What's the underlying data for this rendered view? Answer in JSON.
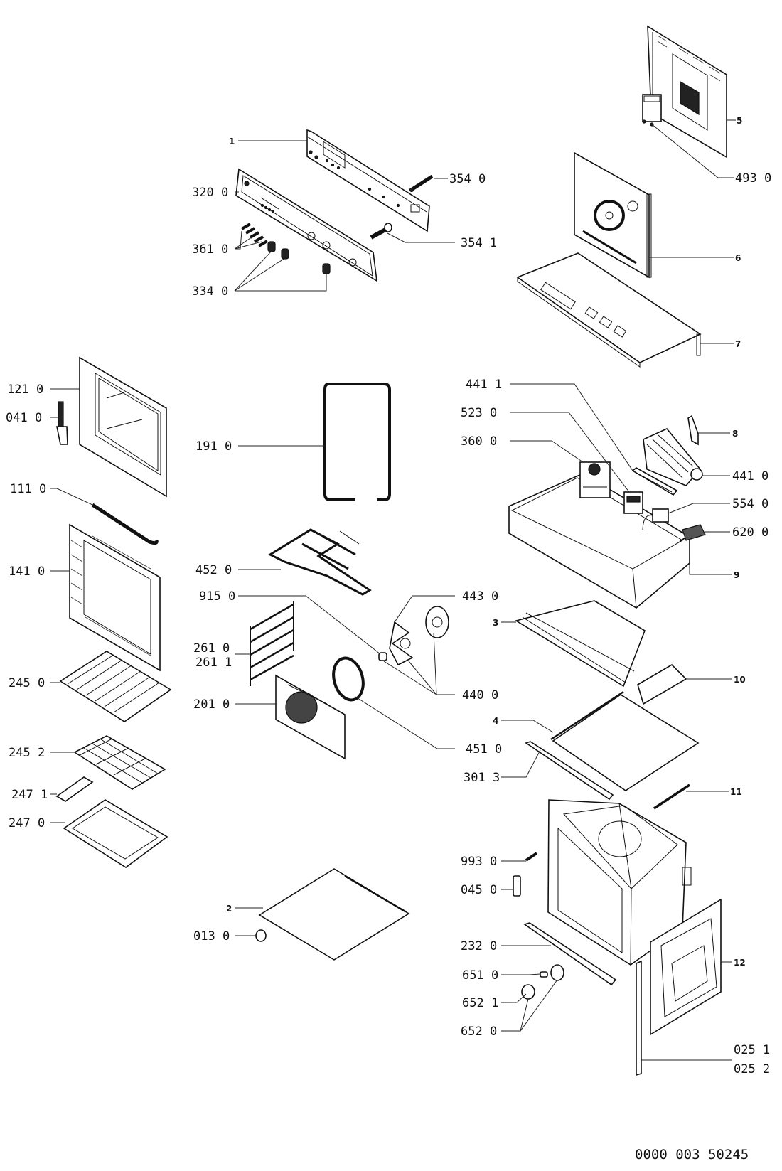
{
  "diagram": {
    "type": "exploded-parts-view",
    "subject": "built-in oven",
    "document_number": "0000 003 50245",
    "callouts": [
      {
        "id": "c1",
        "label": "1"
      },
      {
        "id": "c320",
        "label": "320 0"
      },
      {
        "id": "c354_0",
        "label": "354 0"
      },
      {
        "id": "c354_1",
        "label": "354 1"
      },
      {
        "id": "c361",
        "label": "361 0"
      },
      {
        "id": "c334",
        "label": "334 0"
      },
      {
        "id": "c5",
        "label": "5"
      },
      {
        "id": "c493",
        "label": "493 0"
      },
      {
        "id": "c6",
        "label": "6"
      },
      {
        "id": "c7",
        "label": "7"
      },
      {
        "id": "c121",
        "label": "121 0"
      },
      {
        "id": "c041",
        "label": "041 0"
      },
      {
        "id": "c191",
        "label": "191 0"
      },
      {
        "id": "c111",
        "label": "111 0"
      },
      {
        "id": "c141",
        "label": "141 0"
      },
      {
        "id": "c441_1",
        "label": "441 1"
      },
      {
        "id": "c523",
        "label": "523 0"
      },
      {
        "id": "c360",
        "label": "360 0"
      },
      {
        "id": "c8",
        "label": "8"
      },
      {
        "id": "c441_0",
        "label": "441 0"
      },
      {
        "id": "c554",
        "label": "554 0"
      },
      {
        "id": "c620",
        "label": "620 0"
      },
      {
        "id": "c9",
        "label": "9"
      },
      {
        "id": "c452",
        "label": "452 0"
      },
      {
        "id": "c915",
        "label": "915 0"
      },
      {
        "id": "c443",
        "label": "443 0"
      },
      {
        "id": "c3",
        "label": "3"
      },
      {
        "id": "c261_0",
        "label": "261 0"
      },
      {
        "id": "c261_1",
        "label": "261 1"
      },
      {
        "id": "c245_0",
        "label": "245 0"
      },
      {
        "id": "c201",
        "label": "201 0"
      },
      {
        "id": "c440",
        "label": "440 0"
      },
      {
        "id": "c10",
        "label": "10"
      },
      {
        "id": "c4",
        "label": "4"
      },
      {
        "id": "c451",
        "label": "451 0"
      },
      {
        "id": "c245_2",
        "label": "245 2"
      },
      {
        "id": "c301",
        "label": "301 3"
      },
      {
        "id": "c247_1",
        "label": "247 1"
      },
      {
        "id": "c11",
        "label": "11"
      },
      {
        "id": "c247_0",
        "label": "247 0"
      },
      {
        "id": "c993",
        "label": "993 0"
      },
      {
        "id": "c045",
        "label": "045 0"
      },
      {
        "id": "c2",
        "label": "2"
      },
      {
        "id": "c013",
        "label": "013 0"
      },
      {
        "id": "c232",
        "label": "232 0"
      },
      {
        "id": "c12",
        "label": "12"
      },
      {
        "id": "c651",
        "label": "651 0"
      },
      {
        "id": "c652_1",
        "label": "652 1"
      },
      {
        "id": "c652_0",
        "label": "652 0"
      },
      {
        "id": "c025_1",
        "label": "025 1"
      },
      {
        "id": "c025_2",
        "label": "025 2"
      }
    ]
  }
}
